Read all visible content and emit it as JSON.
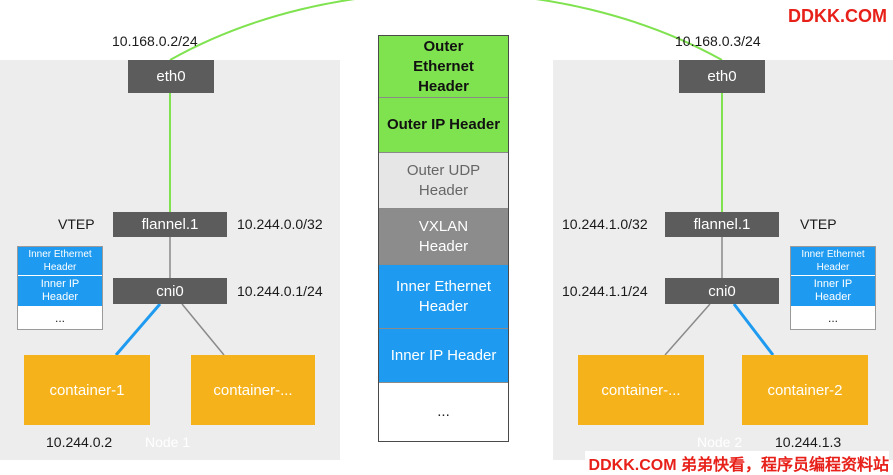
{
  "nodes": {
    "left": {
      "name": "Node 1",
      "eth0": {
        "label": "eth0",
        "ip": "10.168.0.2/24"
      },
      "flannel": {
        "label": "flannel.1",
        "ip": "10.244.0.0/32"
      },
      "vtep": "VTEP",
      "cni": {
        "label": "cni0",
        "ip": "10.244.0.1/24"
      },
      "mini_packet": [
        "Inner Ethernet Header",
        "Inner IP Header",
        "..."
      ],
      "containers": [
        "container-1",
        "container-..."
      ],
      "container_ip": "10.244.0.2"
    },
    "right": {
      "name": "Node 2",
      "eth0": {
        "label": "eth0",
        "ip": "10.168.0.3/24"
      },
      "flannel": {
        "label": "flannel.1",
        "ip": "10.244.1.0/32"
      },
      "vtep": "VTEP",
      "cni": {
        "label": "cni0",
        "ip": "10.244.1.1/24"
      },
      "mini_packet": [
        "Inner Ethernet Header",
        "Inner IP Header",
        "..."
      ],
      "containers": [
        "container-...",
        "container-2"
      ],
      "container_ip": "10.244.1.3"
    }
  },
  "packet": [
    {
      "label": "Outer Ethernet Header",
      "color": "#7fe24f"
    },
    {
      "label": "Outer IP Header",
      "color": "#7fe24f"
    },
    {
      "label": "Outer UDP Header",
      "color": "#e6e6e6"
    },
    {
      "label": "VXLAN Header",
      "color": "#8c8c8c"
    },
    {
      "label": "Inner Ethernet Header",
      "color": "#1e9bf0"
    },
    {
      "label": "Inner IP Header",
      "color": "#1e9bf0"
    },
    {
      "label": "...",
      "color": "#ffffff"
    }
  ],
  "colors": {
    "green_link": "#7fe24f",
    "blue_link": "#1e9bf0",
    "gray_link": "#8a8a8a",
    "container": "#f5b21a",
    "watermark": "#e8201a"
  },
  "watermark": {
    "top": "DDKK.COM",
    "bottom": "DDKK.COM 弟弟快看，程序员编程资料站"
  }
}
